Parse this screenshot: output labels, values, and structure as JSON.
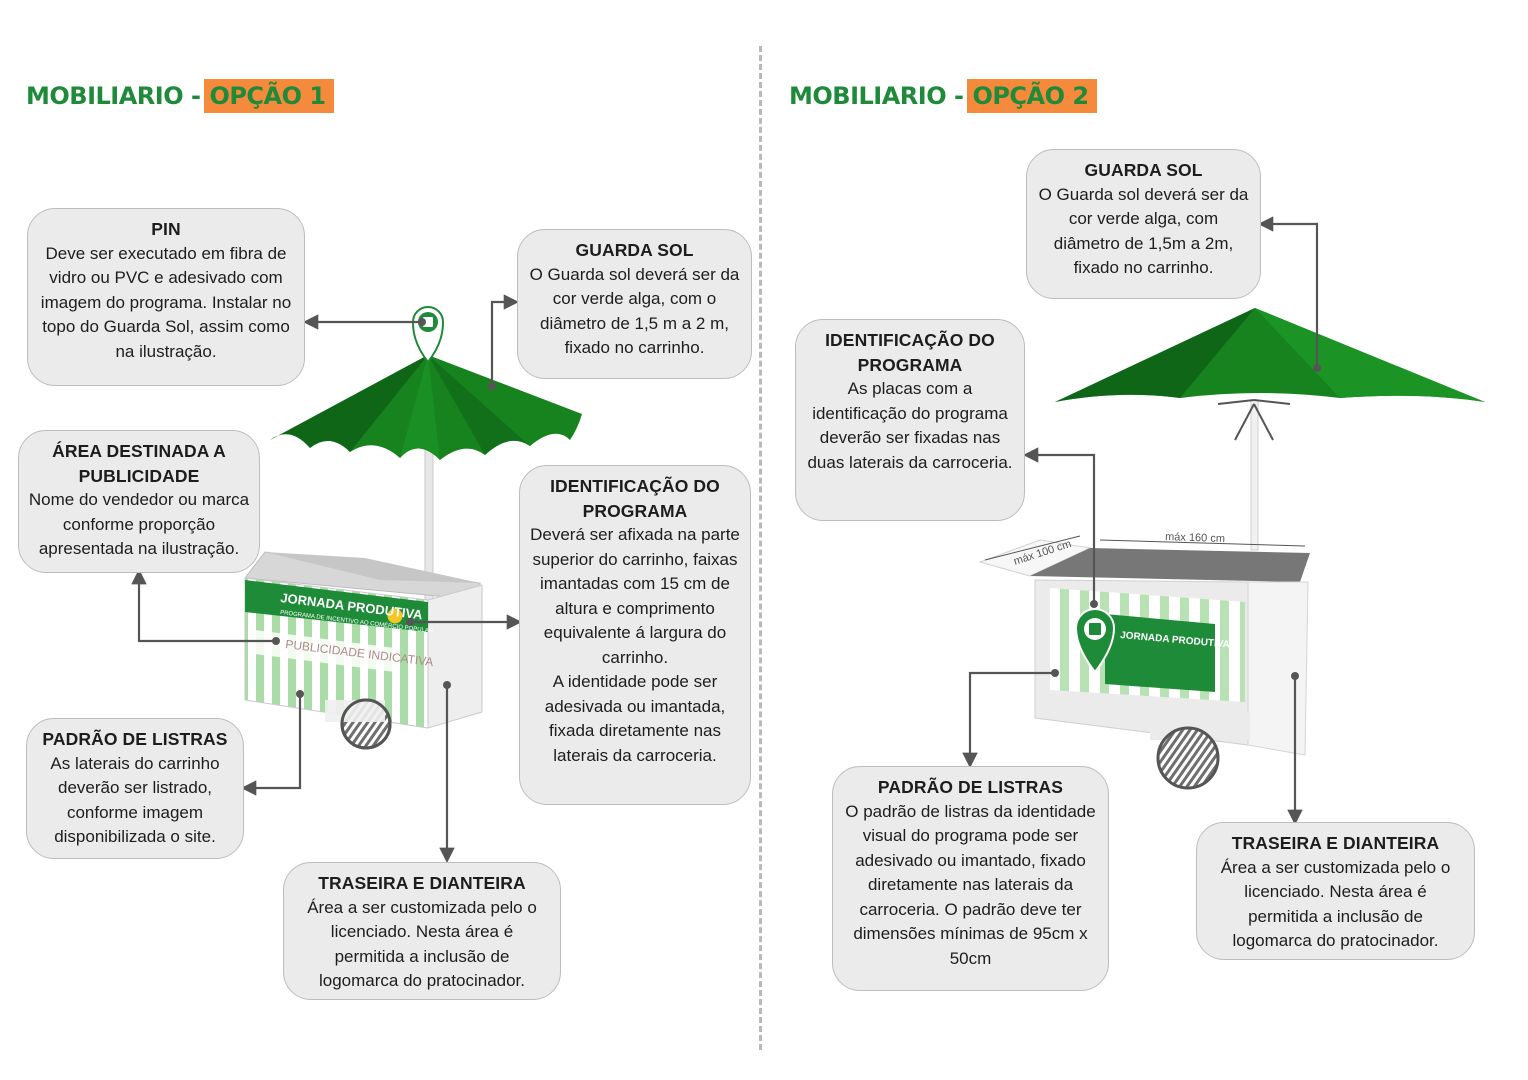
{
  "left": {
    "title_main": "MOBILIARIO -",
    "title_highlight": "OPÇÃO 1",
    "pin": {
      "heading": "PIN",
      "body": "Deve ser executado em fibra de vidro ou PVC e adesivado com imagem do programa. Instalar no topo do Guarda Sol, assim como na ilustração."
    },
    "guarda_sol": {
      "heading": "GUARDA SOL",
      "body": "O Guarda sol deverá ser da cor verde alga, com o diâmetro de 1,5 m a 2 m, fixado no carrinho."
    },
    "area_publicidade": {
      "heading": "ÁREA DESTINADA A PUBLICIDADE",
      "body": "Nome do vendedor ou marca conforme proporção apresentada na ilustração."
    },
    "identificacao": {
      "heading": "IDENTIFICAÇÃO DO PROGRAMA",
      "body": "Deverá ser afixada na parte superior do carrinho, faixas imantadas com 15 cm de altura e comprimento equivalente á largura do carrinho.",
      "body2": "A identidade pode ser adesivada ou imantada, fixada diretamente nas laterais da carroceria."
    },
    "padrao_listras": {
      "heading": "PADRÃO DE LISTRAS",
      "body": "As laterais do carrinho deverão ser listrado, conforme imagem disponibilizada o site."
    },
    "traseira": {
      "heading": "TRASEIRA E DIANTEIRA",
      "body": "Área a ser customizada pelo o licenciado. Nesta área é permitida a inclusão de logomarca do pratocinador."
    },
    "cart_banner_title": "JORNADA PRODUTIVA",
    "cart_banner_sub": "PROGRAMA DE INCENTIVO AO COMÉRCIO POPULAR",
    "cart_ad_text": "PUBLICIDADE INDICATIVA"
  },
  "right": {
    "title_main": "MOBILIARIO -",
    "title_highlight": "OPÇÃO 2",
    "guarda_sol": {
      "heading": "GUARDA SOL",
      "body": "O Guarda sol deverá ser da cor verde alga, com diâmetro de 1,5m a 2m, fixado no carrinho."
    },
    "identificacao": {
      "heading": "IDENTIFICAÇÃO DO PROGRAMA",
      "body": "As placas com a identificação do programa deverão ser fixadas nas duas laterais da carroceria."
    },
    "padrao_listras": {
      "heading": "PADRÃO DE LISTRAS",
      "body": "O padrão de listras da identidade visual do programa pode ser adesivado ou imantado, fixado diretamente nas laterais da carroceria. O padrão deve ter dimensões mínimas de 95cm x 50cm"
    },
    "traseira": {
      "heading": "TRASEIRA E DIANTEIRA",
      "body": "Área a ser customizada pelo o licenciado. Nesta área é permitida a inclusão de logomarca do pratocinador."
    },
    "dim_depth": "máx 100 cm",
    "dim_width": "máx 160 cm",
    "cart_banner_title": "JORNADA PRODUTIVA"
  },
  "colors": {
    "brand_green": "#1f8a3a",
    "highlight_orange": "#f58a3c",
    "umbrella_green": "#16781f",
    "box_fill": "#ebebeb"
  }
}
